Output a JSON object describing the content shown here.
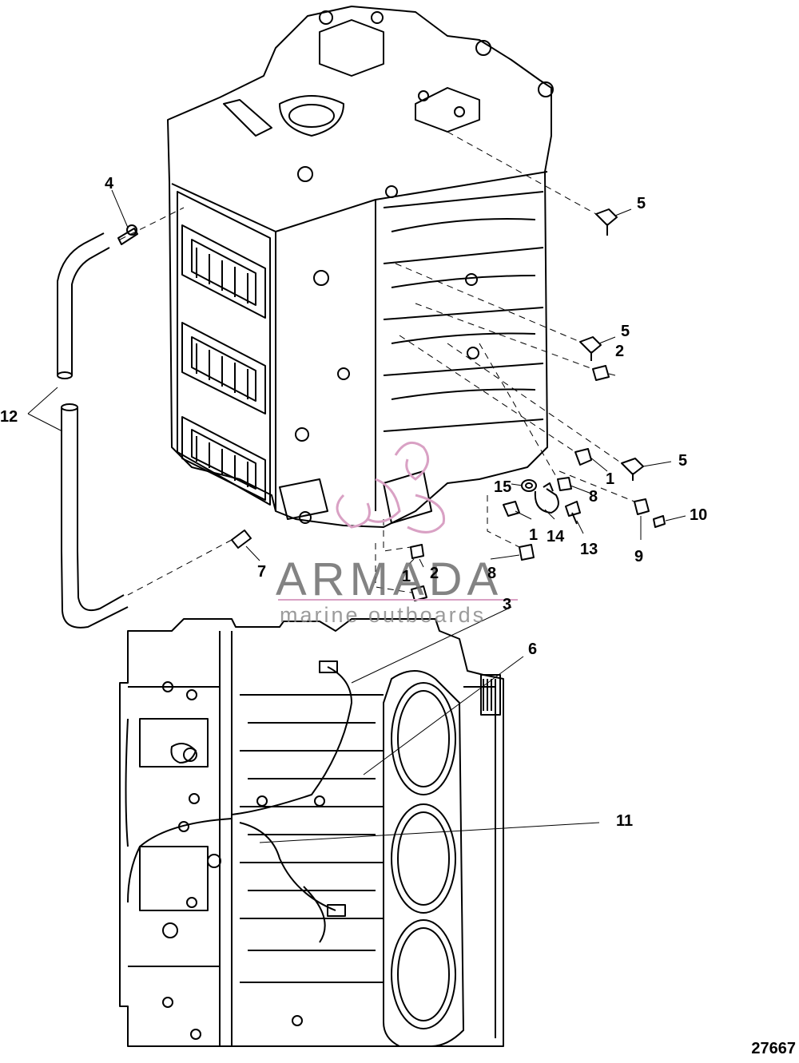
{
  "callouts": [
    {
      "label": "4"
    },
    {
      "label": "5"
    },
    {
      "label": "5"
    },
    {
      "label": "2"
    },
    {
      "label": "5"
    },
    {
      "label": "1"
    },
    {
      "label": "15"
    },
    {
      "label": "8"
    },
    {
      "label": "10"
    },
    {
      "label": "1"
    },
    {
      "label": "14"
    },
    {
      "label": "13"
    },
    {
      "label": "9"
    },
    {
      "label": "12"
    },
    {
      "label": "7"
    },
    {
      "label": "1"
    },
    {
      "label": "2"
    },
    {
      "label": "8"
    },
    {
      "label": "3"
    },
    {
      "label": "6"
    },
    {
      "label": "11"
    }
  ],
  "figure_id": "27667",
  "watermark": {
    "brand": "ARMADA",
    "tagline": "marine outboards",
    "color": "#d9a1c4"
  },
  "colors": {
    "line": "#000000",
    "background": "#ffffff"
  }
}
